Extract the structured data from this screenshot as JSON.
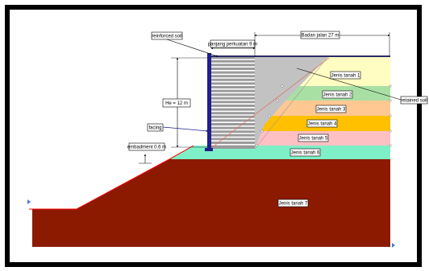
{
  "labels": {
    "reinforced_soil": "reinforced soil",
    "panjang_perkuatan": "panjang perkuatan 9 m",
    "badan_jalan": "Badan jalan 27 m",
    "he": "He = 12 m",
    "facing": "facing",
    "embedment": "embadment 0.6 m",
    "retained_soil": "retained soil"
  },
  "soil_layers": [
    {
      "name": "Jenis tanah 1",
      "color": "#FFFDC2"
    },
    {
      "name": "Jenis tanah 2",
      "color": "#A8E0A4"
    },
    {
      "name": "Jenis tanah 3",
      "color": "#FFC893"
    },
    {
      "name": "Jenis tanah 4",
      "color": "#FFC000"
    },
    {
      "name": "Jenis tanah 5",
      "color": "#FFC0C4"
    },
    {
      "name": "Jenis tanah 6",
      "color": "#7EEFC7"
    },
    {
      "name": "Jenis tanah 7",
      "color": "#8B1A00"
    }
  ],
  "colors": {
    "frame": "#000000",
    "wall": "#1F1F8F",
    "retained_soil": "#C2C2C2",
    "reinforced_zone": "#9A9A9A",
    "slip_line": "#E06A5A"
  }
}
